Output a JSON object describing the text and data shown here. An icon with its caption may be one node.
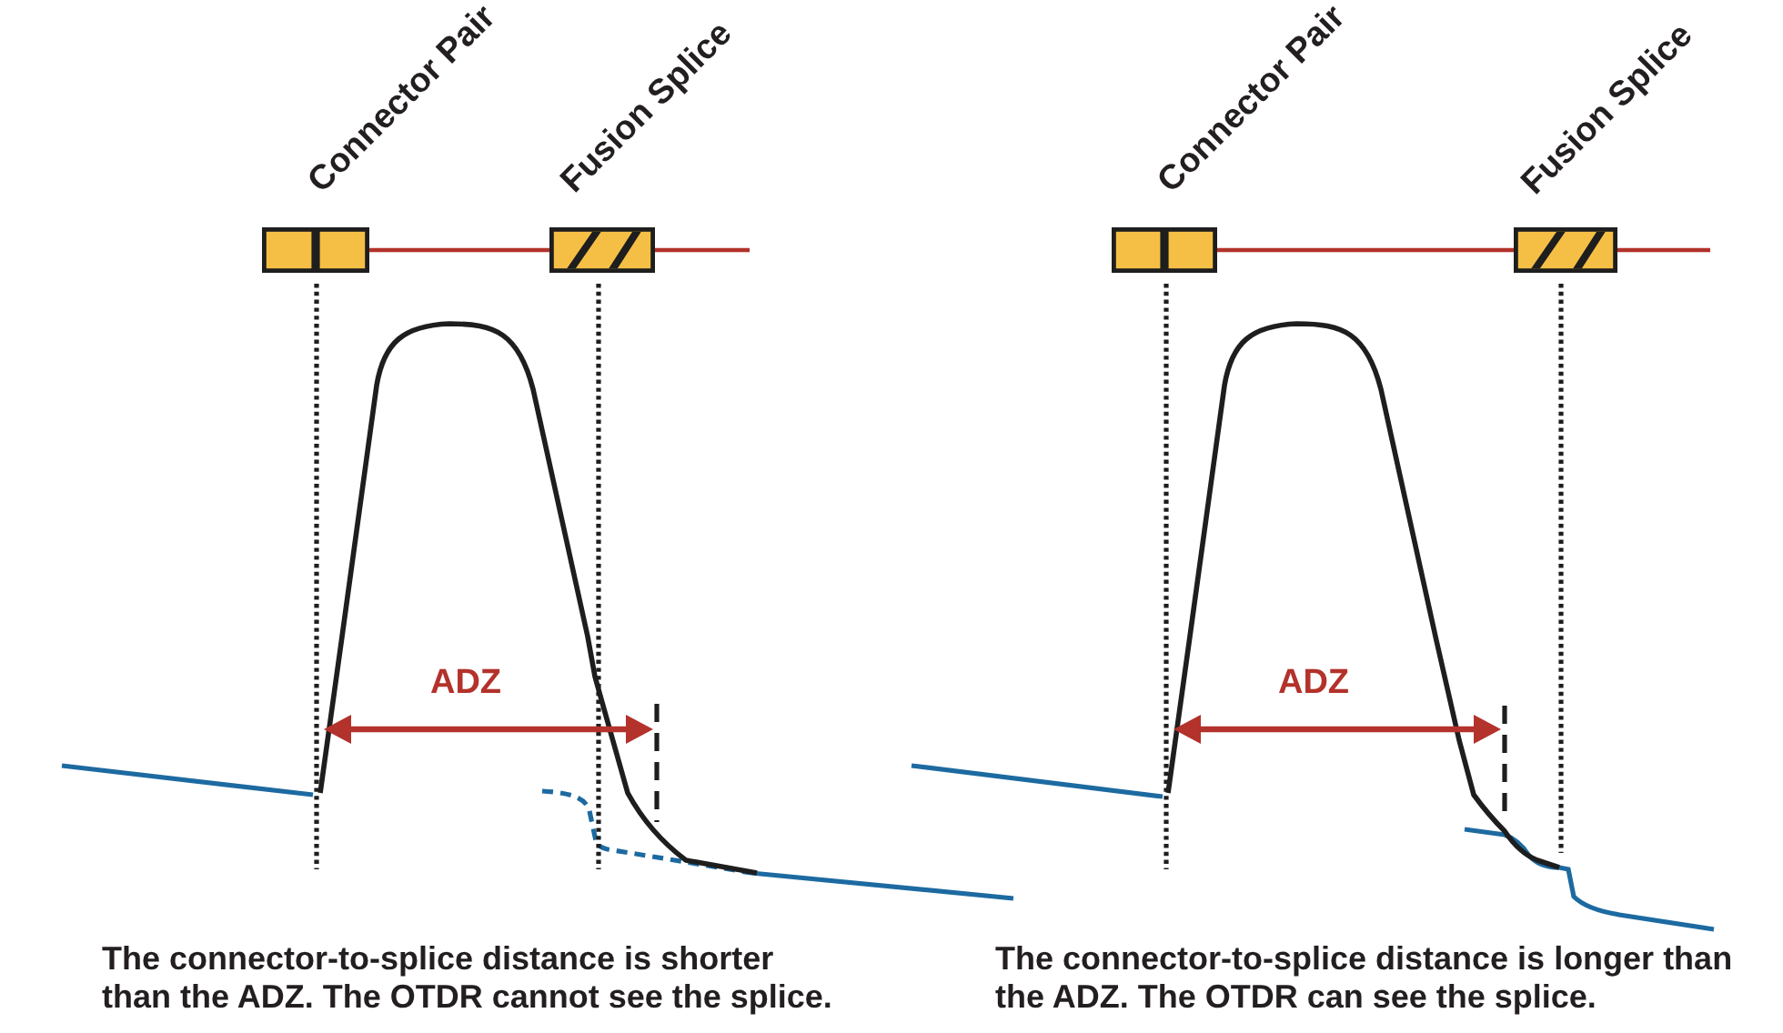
{
  "diagram": {
    "nodes": [
      {
        "text": [
          "Connector Pair"
        ]
      },
      {
        "text": [
          "Fusion Splice"
        ]
      },
      {
        "text": [
          "Connector Pair"
        ]
      },
      {
        "text": [
          "Fusion Splice"
        ]
      }
    ],
    "edges": [
      {
        "from": 0,
        "to": 1,
        "arrow": "none"
      },
      {
        "from": 1,
        "to": null,
        "arrow": "none"
      },
      {
        "from": 2,
        "to": 3,
        "arrow": "none"
      },
      {
        "from": 3,
        "to": null,
        "arrow": "none"
      }
    ],
    "labels": [
      "ADZ",
      "The connector-to-splice distance is shorter than the ADZ. The OTDR cannot see the splice.",
      "ADZ",
      "The connector-to-splice distance is longer than the ADZ. The OTDR can see the splice."
    ]
  }
}
